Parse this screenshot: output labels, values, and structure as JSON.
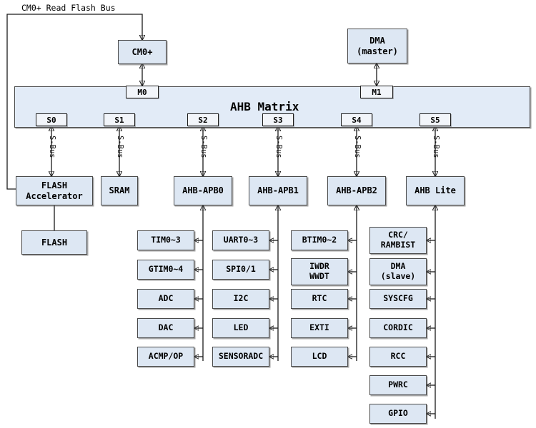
{
  "diagram": {
    "title_label": "CM0+ Read Flash Bus",
    "matrix": {
      "label": "AHB Matrix",
      "master_ports": [
        "M0",
        "M1"
      ],
      "slave_ports": [
        "S0",
        "S1",
        "S2",
        "S3",
        "S4",
        "S5"
      ]
    },
    "bus_label": "S-Bus",
    "masters": [
      {
        "name": "cm0plus",
        "label": "CM0+",
        "port": "M0"
      },
      {
        "name": "dma-master",
        "label": "DMA\n(master)",
        "port": "M1"
      }
    ],
    "slaves": [
      {
        "name": "flash-accelerator",
        "label": "FLASH\nAccelerator",
        "port": "S0"
      },
      {
        "name": "sram",
        "label": "SRAM",
        "port": "S1"
      },
      {
        "name": "ahb-apb0",
        "label": "AHB-APB0",
        "port": "S2"
      },
      {
        "name": "ahb-apb1",
        "label": "AHB-APB1",
        "port": "S3"
      },
      {
        "name": "ahb-apb2",
        "label": "AHB-APB2",
        "port": "S4"
      },
      {
        "name": "ahb-lite",
        "label": "AHB Lite",
        "port": "S5"
      }
    ],
    "flash_memory": {
      "name": "flash",
      "label": "FLASH"
    },
    "peripheral_columns": [
      {
        "bridge": "AHB-APB0",
        "items": [
          "TIM0~3",
          "GTIM0~4",
          "ADC",
          "DAC",
          "ACMP/OP"
        ]
      },
      {
        "bridge": "AHB-APB1",
        "items": [
          "UART0~3",
          "SPI0/1",
          "I2C",
          "LED",
          "SENSORADC"
        ]
      },
      {
        "bridge": "AHB-APB2",
        "items": [
          "BTIM0~2",
          "IWDR\nWWDT",
          "RTC",
          "EXTI",
          "LCD"
        ]
      },
      {
        "bridge": "AHB Lite",
        "items": [
          "CRC/\nRAMBIST",
          "DMA\n(slave)",
          "SYSCFG",
          "CORDIC",
          "RCC",
          "PWRC",
          "GPIO"
        ]
      }
    ],
    "colors": {
      "box_fill": "#dde7f3",
      "matrix_fill": "#e2ebf7",
      "port_fill": "#f2f5fa",
      "stroke": "#1a1a1a",
      "text": "#000000",
      "page_bg": "#ffffff"
    }
  }
}
